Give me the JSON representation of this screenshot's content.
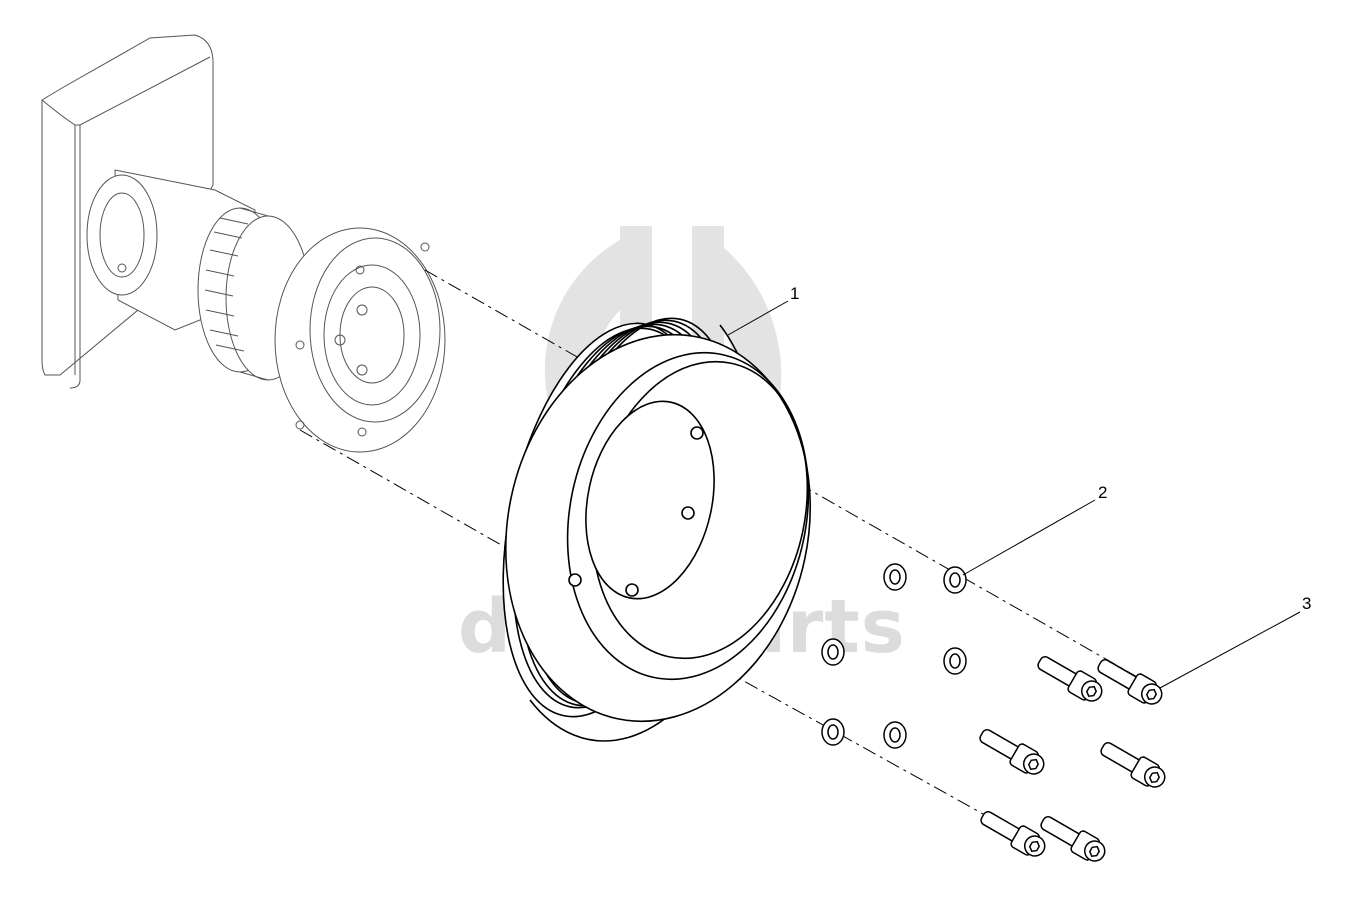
{
  "diagram": {
    "watermark_text": "data-parts",
    "callouts": [
      {
        "id": "1",
        "label": "1"
      },
      {
        "id": "2",
        "label": "2"
      },
      {
        "id": "3",
        "label": "3"
      }
    ],
    "colors": {
      "line": "#000000",
      "ghost_line": "#555555",
      "watermark": "#dcdcdc"
    }
  }
}
